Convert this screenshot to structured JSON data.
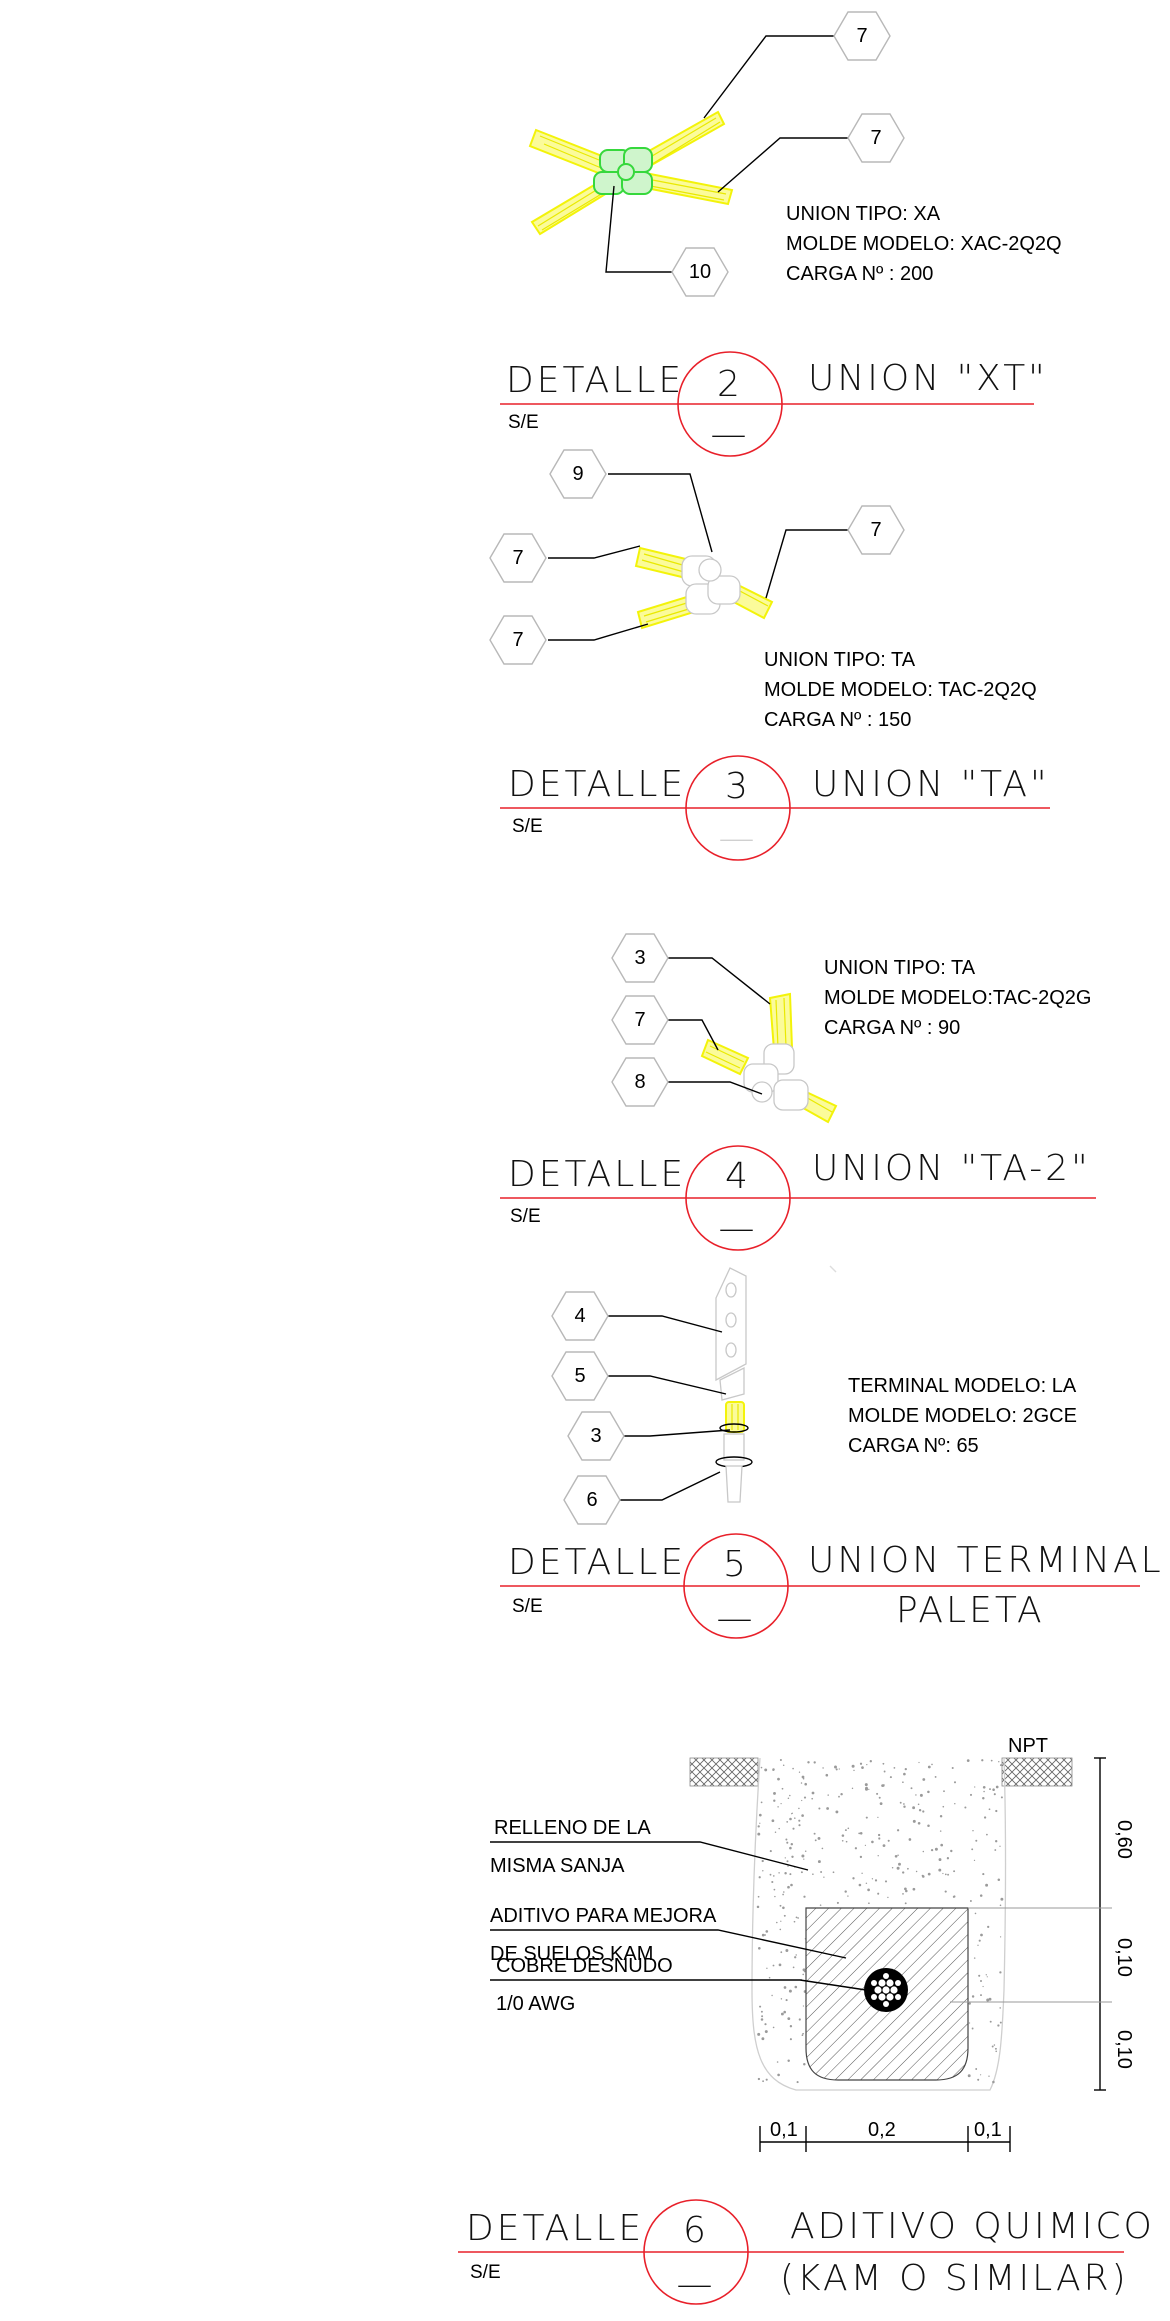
{
  "details": [
    {
      "id": "detalle-2",
      "word": "DETALLE",
      "number": "2",
      "dash": "—",
      "scale": "S/E",
      "title_lines": [
        "UNION \"XT\""
      ],
      "spec": [
        "UNION TIPO: XA",
        "MOLDE MODELO: XAC-2Q2Q",
        "CARGA Nº : 200"
      ],
      "callouts": [
        "7",
        "7",
        "10"
      ]
    },
    {
      "id": "detalle-3",
      "word": "DETALLE",
      "number": "3",
      "dash": "—",
      "scale": "S/E",
      "title_lines": [
        "UNION \"TA\""
      ],
      "spec": [
        "UNION TIPO: TA",
        "MOLDE MODELO: TAC-2Q2Q",
        "CARGA Nº : 150"
      ],
      "callouts": [
        "9",
        "7",
        "7",
        "7"
      ]
    },
    {
      "id": "detalle-4",
      "word": "DETALLE",
      "number": "4",
      "dash": "—",
      "scale": "S/E",
      "title_lines": [
        "UNION \"TA-2\""
      ],
      "spec": [
        "UNION TIPO: TA",
        "MOLDE MODELO:TAC-2Q2G",
        "CARGA Nº : 90"
      ],
      "callouts": [
        "3",
        "7",
        "8"
      ]
    },
    {
      "id": "detalle-5",
      "word": "DETALLE",
      "number": "5",
      "dash": "—",
      "scale": "S/E",
      "title_lines": [
        "UNION TERMINAL",
        "PALETA"
      ],
      "spec": [
        "TERMINAL MODELO: LA",
        "MOLDE MODELO: 2GCE",
        "CARGA Nº: 65"
      ],
      "callouts": [
        "4",
        "5",
        "3",
        "6"
      ]
    },
    {
      "id": "detalle-6",
      "word": "DETALLE",
      "number": "6",
      "dash": "—",
      "scale": "S/E",
      "title_lines": [
        "ADITIVO QUIMICO",
        "(KAM O SIMILAR)"
      ],
      "labels": [
        [
          "RELLENO DE LA",
          "MISMA SANJA"
        ],
        [
          "ADITIVO PARA MEJORA",
          "DE SUELOS KAM"
        ],
        [
          "COBRE DESNUDO",
          "1/0 AWG"
        ]
      ],
      "npt": "NPT",
      "vertical_dims": [
        "0,60",
        "0,10",
        "0,10"
      ],
      "horizontal_dims": [
        "0,1",
        "0,2",
        "0,1"
      ]
    }
  ],
  "colors": {
    "title_line": "#e8202a",
    "cable": "#f3f30a",
    "mold": "#36d83c"
  }
}
